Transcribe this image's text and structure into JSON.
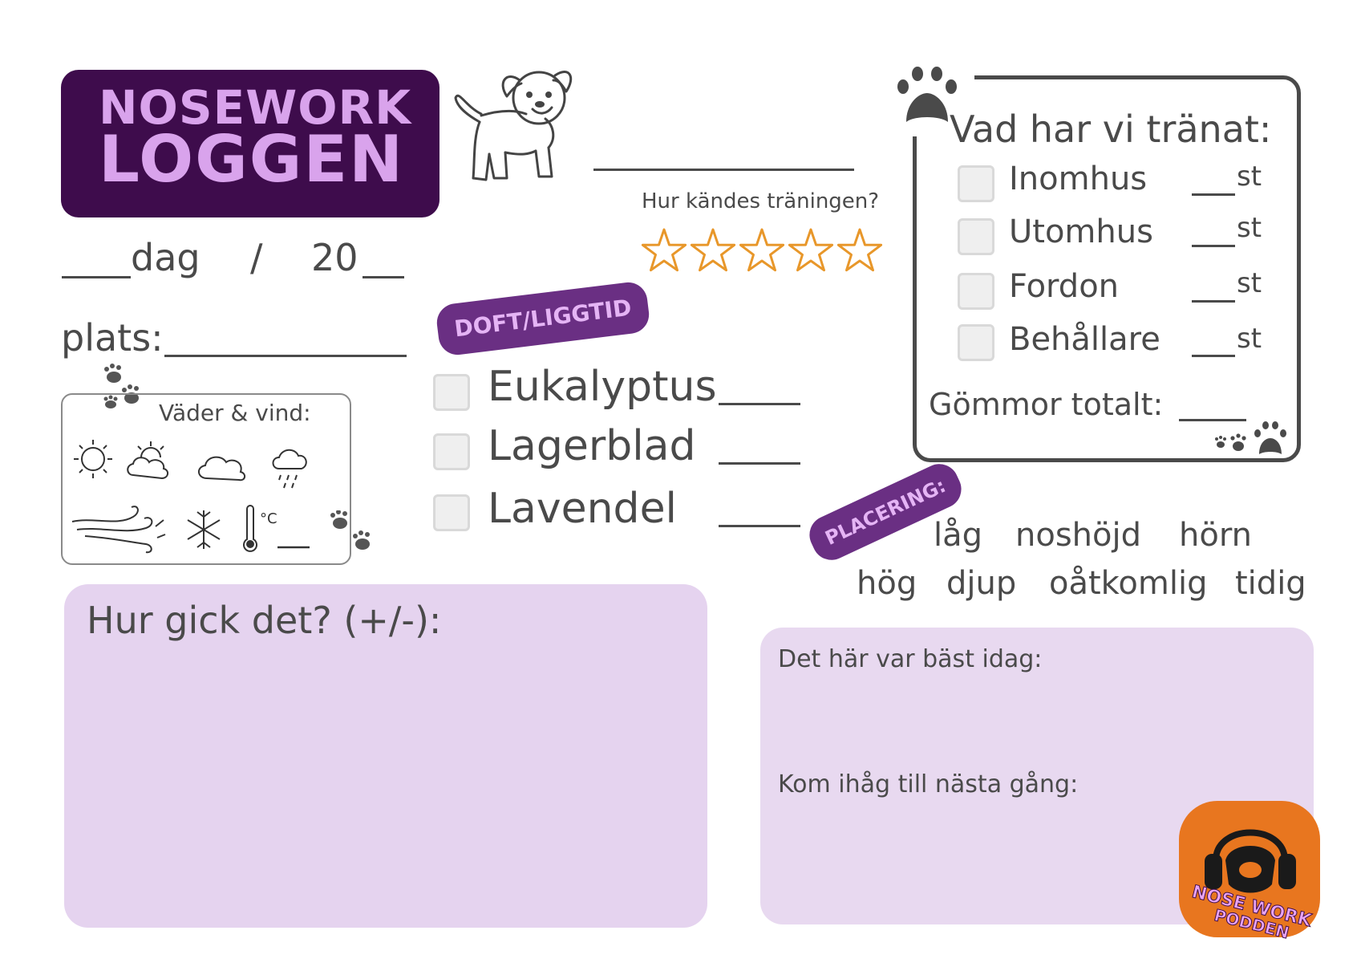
{
  "title": {
    "top": "NOSEWORK",
    "bottom": "LOGGEN"
  },
  "date": {
    "day_label": "dag",
    "slash": "/",
    "year_prefix": "20"
  },
  "place": {
    "label": "plats:"
  },
  "weather": {
    "title": "Väder & vind:",
    "celsius": "°C",
    "icons": [
      "sun-icon",
      "partly-cloudy-icon",
      "cloud-icon",
      "rain-icon",
      "wind-icon",
      "snowflake-icon",
      "thermometer-icon"
    ]
  },
  "feeling": {
    "label": "Hur kändes träningen?",
    "stars_total": 5,
    "star_color": "#e8972a"
  },
  "scent": {
    "tag": "DOFT/LIGGTID",
    "items": [
      {
        "label": "Eukalyptus"
      },
      {
        "label": "Lagerblad"
      },
      {
        "label": "Lavendel"
      }
    ]
  },
  "training": {
    "title": "Vad har vi tränat:",
    "items": [
      {
        "label": "Inomhus",
        "unit": "st"
      },
      {
        "label": "Utomhus",
        "unit": "st"
      },
      {
        "label": "Fordon",
        "unit": "st"
      },
      {
        "label": "Behållare",
        "unit": "st"
      }
    ],
    "total_label": "Gömmor totalt:"
  },
  "placement": {
    "tag": "PLACERING:",
    "row1": [
      "låg",
      "noshöjd",
      "hörn"
    ],
    "row2": [
      "hög",
      "djup",
      "oåtkomlig",
      "tidig"
    ]
  },
  "how": {
    "label": "Hur gick det? (+/-):"
  },
  "notes": {
    "best": "Det här var bäst idag:",
    "remember": "Kom ihåg till nästa gång:"
  },
  "logo": {
    "line1": "NOSE WORK",
    "line2": "PODDEN"
  },
  "colors": {
    "brand_dark": "#3e0c4c",
    "brand_light": "#d9a3ec",
    "tag_bg": "#6a2f83",
    "wash": "#e5d3ef",
    "logo_orange": "#e8761f"
  }
}
